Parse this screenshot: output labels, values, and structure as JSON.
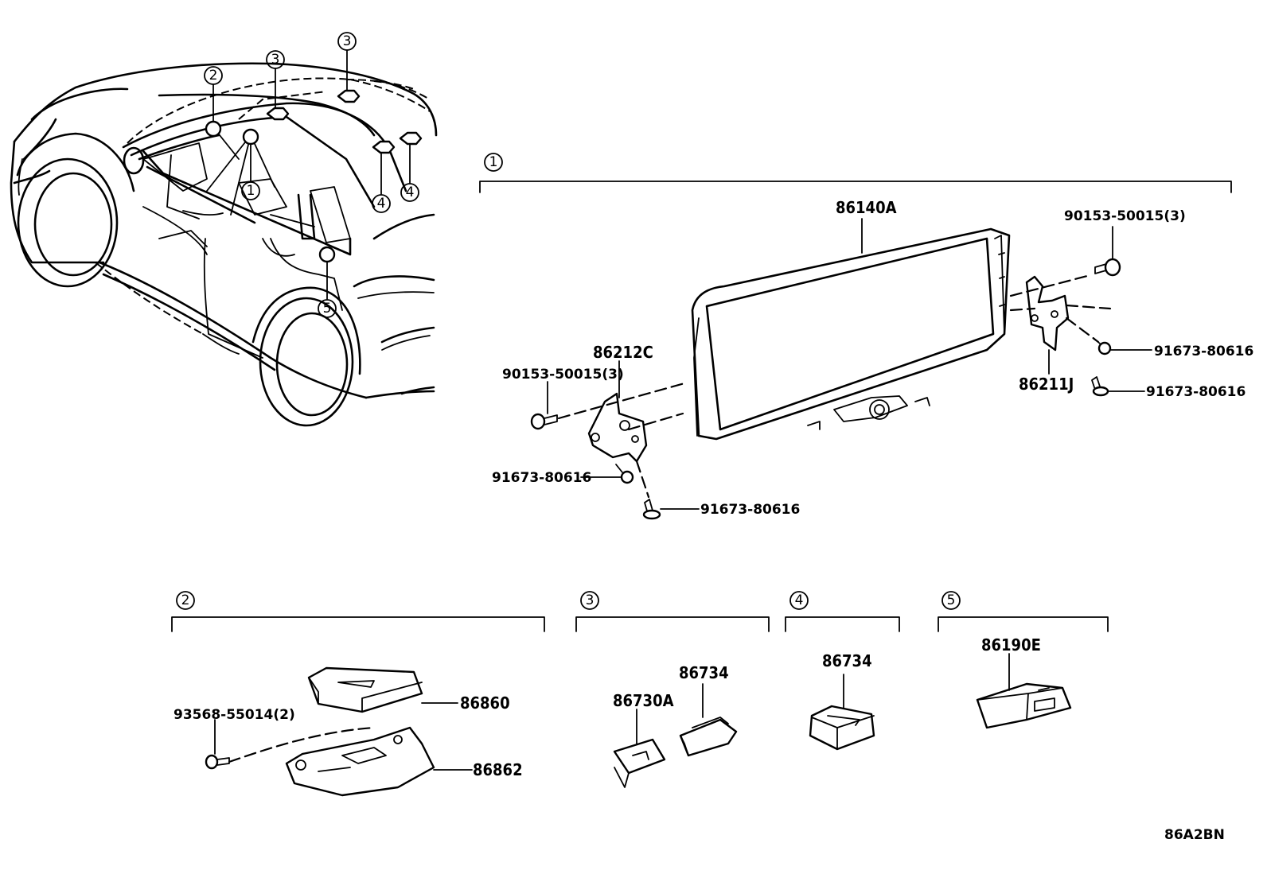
{
  "callouts": {
    "c1": "1",
    "c2": "2",
    "c3": "3",
    "c4": "4",
    "c5": "5"
  },
  "groups": {
    "g1": "1",
    "g2": "2",
    "g3": "3",
    "g4": "4",
    "g5": "5"
  },
  "parts": {
    "display_assembly": "86140A",
    "bracket_left": "86212C",
    "bracket_right": "86211J",
    "screw_left": "90153-50015(3)",
    "screw_right": "90153-50015(3)",
    "bolt_left_1": "91673-80616",
    "bolt_left_2": "91673-80616",
    "bolt_right_1": "91673-80616",
    "bolt_right_2": "91673-80616",
    "amplifier": "86860",
    "amplifier_bracket": "86862",
    "amplifier_screw": "93568-55014(2)",
    "antenna_a": "86730A",
    "antenna_b": "86734",
    "antenna_c": "86734",
    "usb_socket": "86190E"
  },
  "illustration_ref": "86A2BN"
}
